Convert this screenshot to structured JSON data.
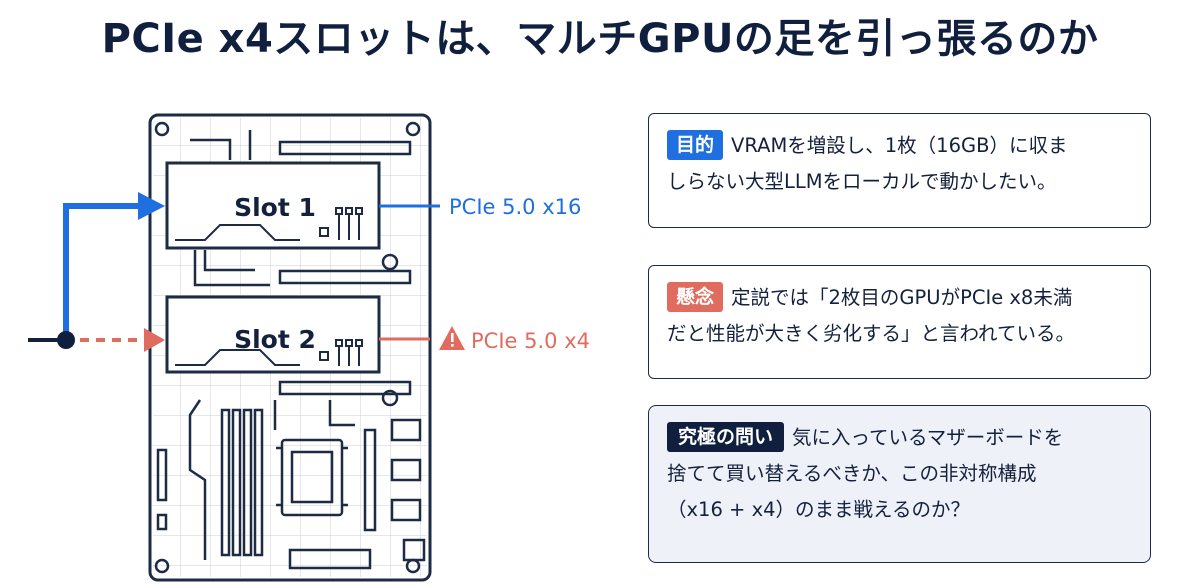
{
  "title": "PCIe x4スロットは、マルチGPUの足を引っ張るのか",
  "diagram": {
    "slots": [
      {
        "label": "Slot 1",
        "interface": "PCIe 5.0 x16",
        "color": "#1f6fe0"
      },
      {
        "label": "Slot 2",
        "interface": "PCIe 5.0 x4",
        "color": "#e06b5f",
        "warning_icon": "warning-triangle-icon"
      }
    ],
    "colors": {
      "board_line": "#1d2b44",
      "grid": "#c9d0dc"
    }
  },
  "cards": [
    {
      "tag": "目的",
      "tag_color": "#1f6fe0",
      "line1": "VRAMを増設し、1枚（16GB）に収ま",
      "line2": "しらない大型LLMをローカルで動かしたい。"
    },
    {
      "tag": "懸念",
      "tag_color": "#e06b5f",
      "line1": "定説では「2枚目のGPUがPCIe x8未満",
      "line2": "だと性能が大きく劣化する」と言われている。"
    },
    {
      "tag": "究極の問い",
      "tag_color": "#0f1f3d",
      "line1": "気に入っているマザーボードを",
      "line2": "捨てて買い替えるべきか、この非対称構成",
      "line3": "（x16 + x4）のまま戦えるのか？"
    }
  ]
}
